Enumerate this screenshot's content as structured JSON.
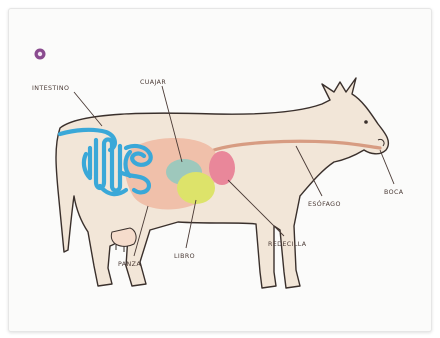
{
  "badge": {
    "icon": "circle-badge-icon",
    "color": "#8a4b8f"
  },
  "labels": {
    "intestino": "INTESTINO",
    "cuajar": "CUAJAR",
    "panza": "PANZA",
    "libro": "LIBRO",
    "redecilla": "REDECILLA",
    "esofago": "ESÓFAGO",
    "boca": "BOCA"
  },
  "colors": {
    "body": "#f2e6d8",
    "outline": "#3a302c",
    "intestine": "#3aa8d8",
    "esophagus": "#d79c82",
    "panza": "#f0bba5",
    "cuajar": "#8fc9c0",
    "libro": "#dde36a",
    "redecilla": "#e9879a"
  }
}
